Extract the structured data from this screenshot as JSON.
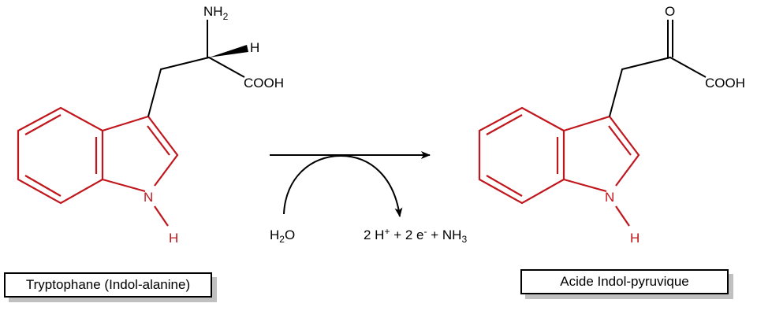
{
  "colors": {
    "ring": "#c0161c",
    "ink": "#000000",
    "shadow": "#c0c0c0"
  },
  "reactant": {
    "name": "Tryptophane (Indol-alanine)",
    "amine": "NH",
    "amine_sub": "2",
    "h": "H",
    "acid": "COOH",
    "n": "N",
    "nh": "H"
  },
  "product": {
    "name": "Acide Indol-pyruvique",
    "oxygen": "O",
    "acid": "COOH",
    "n": "N",
    "nh": "H"
  },
  "reaction": {
    "input_main": "H",
    "input_sub": "2",
    "input_tail": "O",
    "output_a": "2 H",
    "output_a_sup": "+",
    "output_b": " + 2 e",
    "output_b_sup": "-",
    "output_c": " + NH",
    "output_c_sub": "3"
  }
}
